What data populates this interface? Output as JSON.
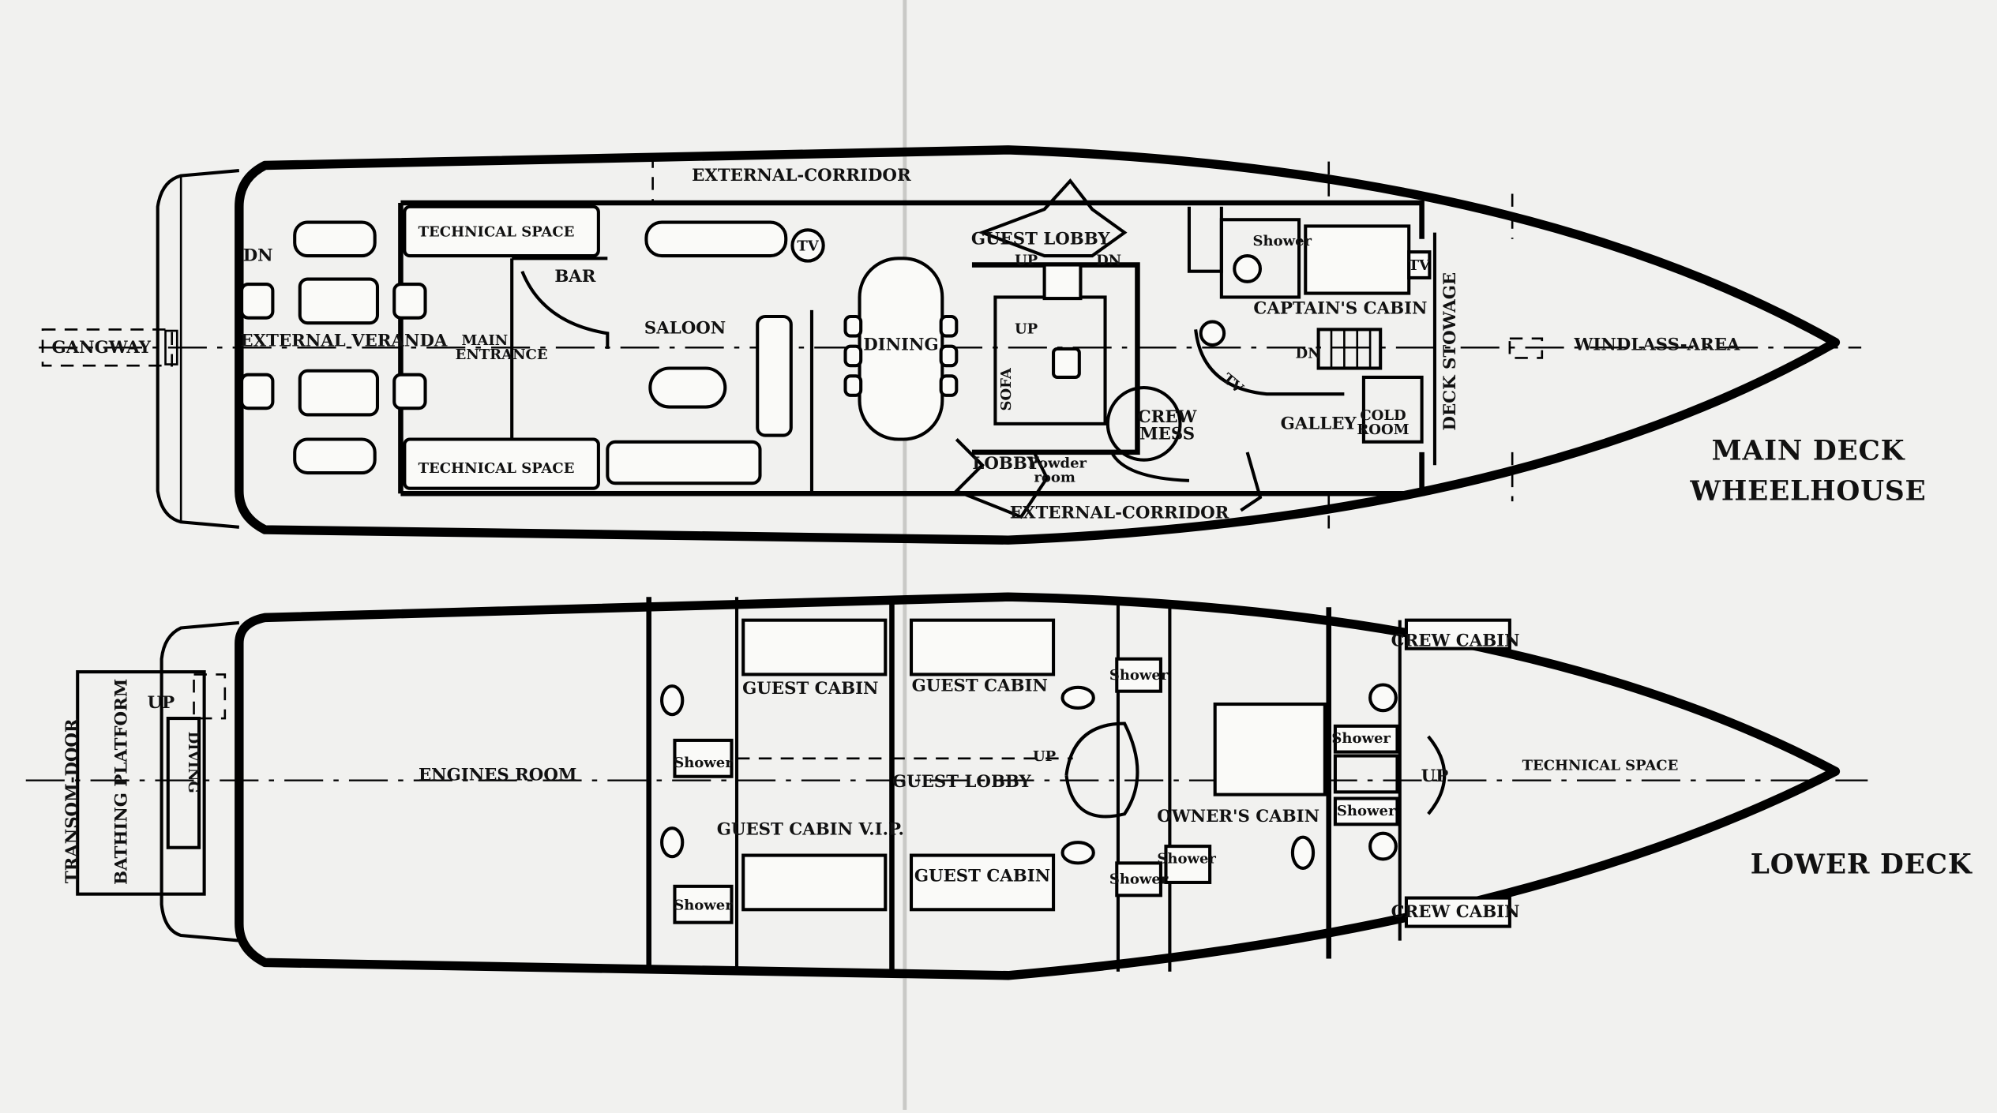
{
  "main_deck": {
    "heading_line1": "MAIN DECK",
    "heading_line2": "WHEELHOUSE",
    "labels": {
      "external_corridor_top": "EXTERNAL-CORRIDOR",
      "external_corridor_bottom": "EXTERNAL-CORRIDOR",
      "technical_space_top": "TECHNICAL SPACE",
      "technical_space_bottom": "TECHNICAL SPACE",
      "dn": "DN",
      "gangway": "GANGWAY",
      "external_veranda": "EXTERNAL VERANDA",
      "main_entrance_1": "MAIN",
      "main_entrance_2": "ENTRANCE",
      "bar": "BAR",
      "saloon": "SALOON",
      "tv_saloon": "TV",
      "dining": "DINING",
      "guest_lobby": "GUEST LOBBY",
      "up_1": "UP",
      "dn_1": "DN",
      "up_2": "UP",
      "sofa": "SOFA",
      "lobby": "LOBBY",
      "powder_room_1": "Powder",
      "powder_room_2": "room",
      "crew_mess_1": "CREW",
      "crew_mess_2": "MESS",
      "shower": "Shower",
      "captains_cabin": "CAPTAIN'S CABIN",
      "tv_captain": "TV",
      "tv_galley": "TV",
      "dn_galley": "DN",
      "galley": "GALLEY",
      "cold_room_1": "COLD",
      "cold_room_2": "ROOM",
      "deck_stowage": "DECK STOWAGE",
      "windlass_area": "WINDLASS-AREA"
    }
  },
  "lower_deck": {
    "heading": "LOWER DECK",
    "labels": {
      "transom_door": "TRANSOM-DOOR",
      "bathing_platform": "BATHING PLATFORM",
      "up": "UP",
      "diving": "DIVING",
      "engines_room": "ENGINES ROOM",
      "guest_cabin_1": "GUEST CABIN",
      "guest_cabin_2": "GUEST CABIN",
      "guest_cabin_vip": "GUEST CABIN V.I.P.",
      "guest_cabin_3": "GUEST CABIN",
      "guest_lobby": "GUEST LOBBY",
      "shower_1": "Shower",
      "shower_2": "Shower",
      "shower_3": "Shower",
      "shower_4": "Shower",
      "shower_5": "Shower",
      "shower_6": "Shower",
      "shower_7": "Shower",
      "up_stair": "UP",
      "owners_cabin": "OWNER'S CABIN",
      "crew_cabin_top": "CREW CABIN",
      "crew_cabin_bottom": "CREW CABIN",
      "up_crew": "UP",
      "technical_space": "TECHNICAL SPACE"
    }
  }
}
